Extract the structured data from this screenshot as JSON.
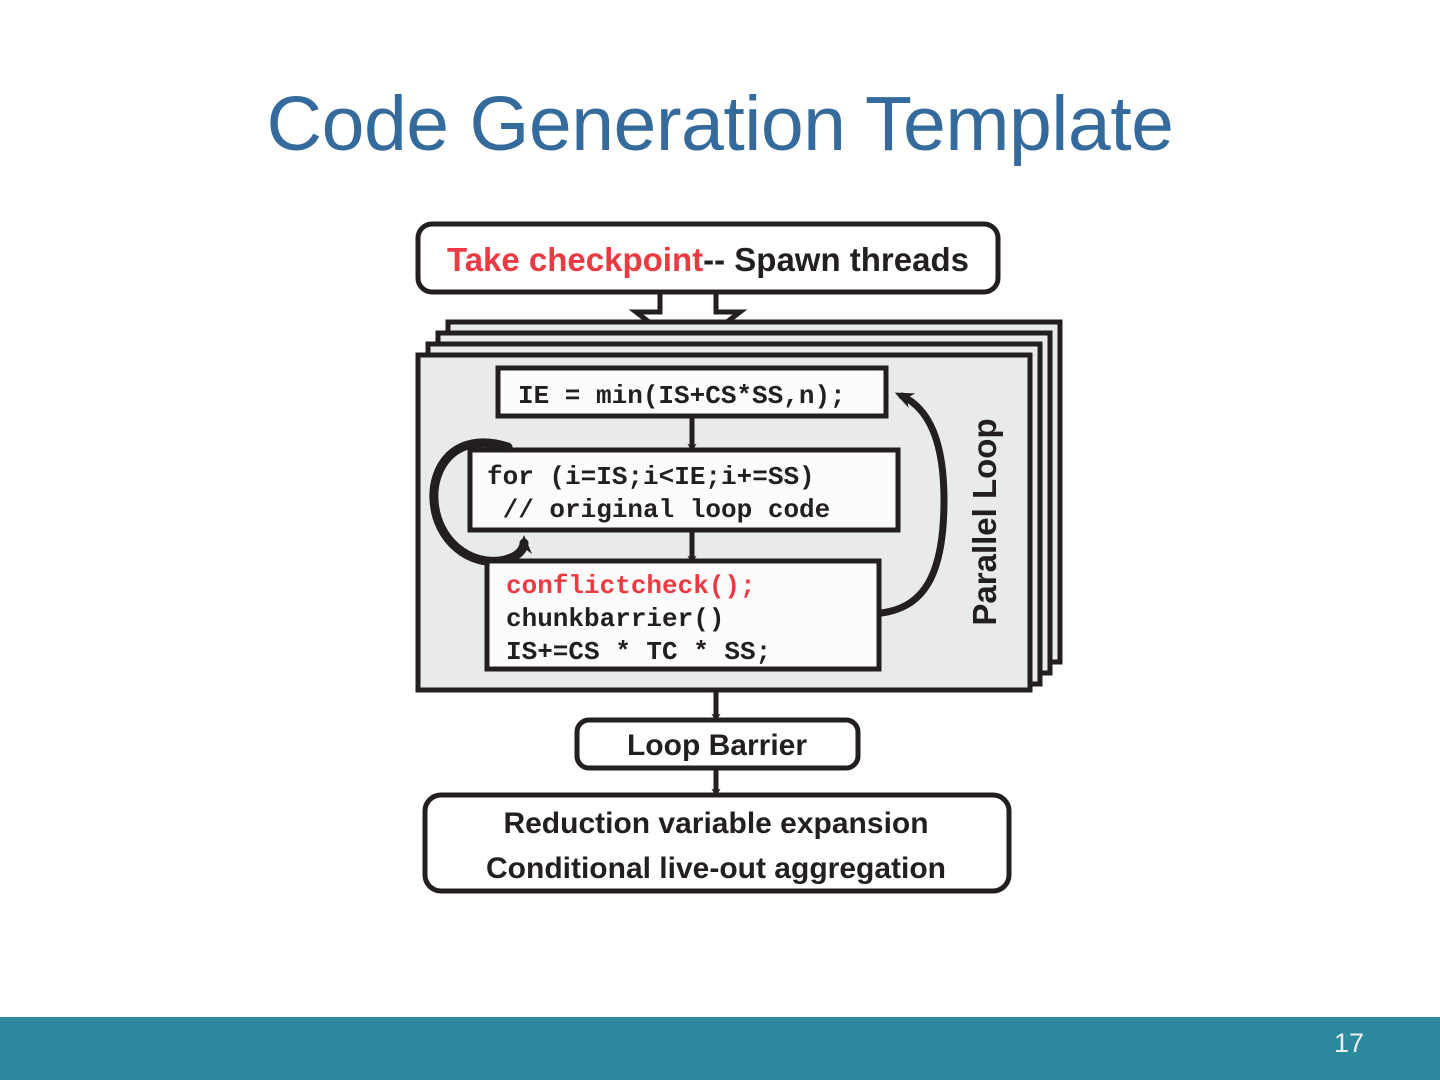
{
  "slide": {
    "title": "Code Generation Template",
    "page_number": "17",
    "title_color": "#346B9C",
    "footer_color": "#2E889E",
    "accent_red": "#ED3A42",
    "panel_fill": "#E9EAEC",
    "outline_color": "#231F20"
  },
  "diagram": {
    "type": "flowchart",
    "spawn_box": {
      "red_text": "Take checkpoint",
      "black_text": "-- Spawn threads"
    },
    "parallel_loop": {
      "side_label": "Parallel Loop",
      "stacked_copies": 3,
      "init_box": {
        "line1": "IE = min(IS+CS*SS,n);"
      },
      "loop_box": {
        "line1": "for (i=IS;i<IE;i+=SS)",
        "line2": " // original loop code"
      },
      "sync_box": {
        "line1_red": "conflictcheck();",
        "line2": "chunkbarrier()",
        "line3": "IS+=CS * TC * SS;"
      }
    },
    "loop_barrier_box": {
      "label": "Loop Barrier"
    },
    "epilogue_box": {
      "line1": "Reduction variable expansion",
      "line2": "Conditional live-out aggregation"
    }
  }
}
